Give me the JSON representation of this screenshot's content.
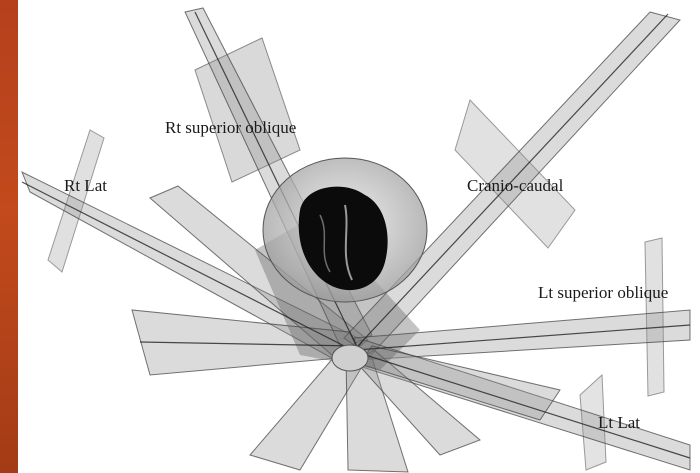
{
  "labels": {
    "rt_superior_oblique": "Rt superior oblique",
    "rt_lat": "Rt Lat",
    "cranio_caudal": "Cranio-caudal",
    "lt_superior_oblique": "Lt superior oblique",
    "lt_lat": "Lt Lat"
  },
  "colors": {
    "background": "#ffffff",
    "beam_fill": "#8f8f8f",
    "beam_edge": "#3a3a3a",
    "anatomy_dark": "#0b0b0b",
    "side_strip": "#b5401c"
  }
}
